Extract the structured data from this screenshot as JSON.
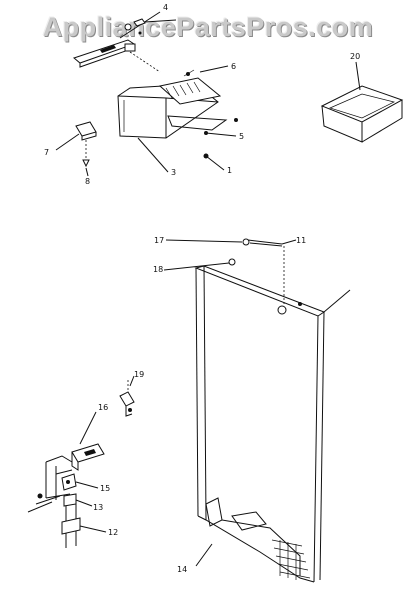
{
  "watermark": "AppliancePartsPros.com",
  "callouts": {
    "c1": "1",
    "c3": "3",
    "c4": "4",
    "c5": "5",
    "c6": "6",
    "c7": "7",
    "c8": "8",
    "c11": "11",
    "c12": "12",
    "c13": "13",
    "c14": "14",
    "c15": "15",
    "c16": "16",
    "c17": "17",
    "c18": "18",
    "c19": "19",
    "c20": "20"
  }
}
